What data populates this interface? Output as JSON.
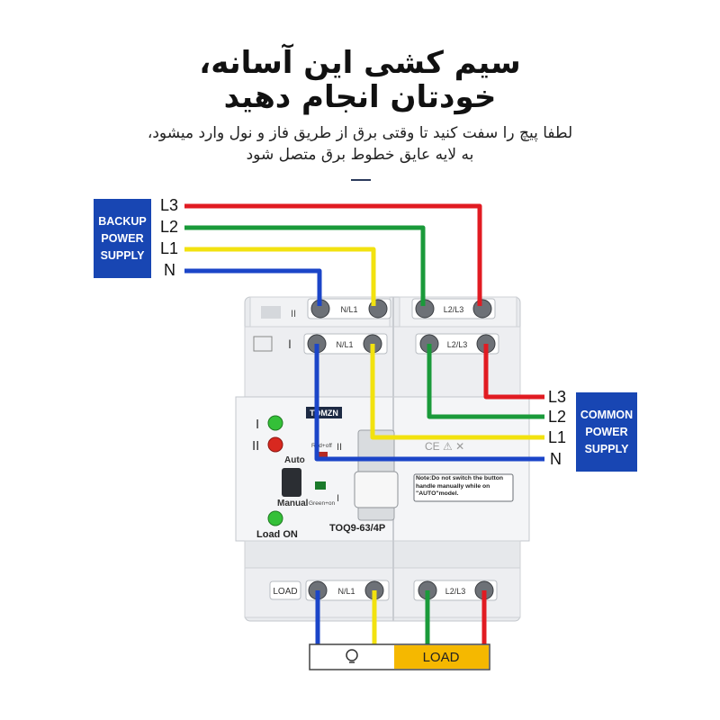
{
  "header": {
    "title_line1": "سیم کشی این آسانه،",
    "title_line2": "خودتان انجام دهید",
    "subtitle_line1": "لطفا پیچ را سفت کنید تا وقتی برق از طریق فاز و نول وارد میشود،",
    "subtitle_line2": "به لایه عایق خطوط برق متصل شود"
  },
  "backup_supply": {
    "line1": "BACKUP",
    "line2": "POWER",
    "line3": "SUPPLY"
  },
  "common_supply": {
    "line1": "COMMON",
    "line2": "POWER",
    "line3": "SUPPLY"
  },
  "wire_labels_left": [
    "L3",
    "L2",
    "L1",
    "N"
  ],
  "wire_labels_right": [
    "L3",
    "L2",
    "L1",
    "N"
  ],
  "device": {
    "brand": "TOMZN",
    "model": "TOQ9-63/4P",
    "term_nl": "N/L1",
    "term_l2l3": "L2/L3",
    "term_load": "LOAD",
    "roman_1": "I",
    "roman_2": "II",
    "auto_label": "Auto",
    "manual_label": "Manual",
    "load_on_label": "Load ON",
    "red_off": "Red+off",
    "green_on": "Green+on",
    "note": "Note:Do not switch the button handle manually while on \"AUTO\"model."
  },
  "load_bar": {
    "label": "LOAD"
  },
  "colors": {
    "L3": "#e11b22",
    "L2": "#1a9a3a",
    "L1": "#f2e20f",
    "N": "#1b45c8",
    "supply_box": "#1846b3",
    "led_green": "#34c038",
    "led_red": "#d8281f",
    "load_fill": "#f5b800"
  }
}
